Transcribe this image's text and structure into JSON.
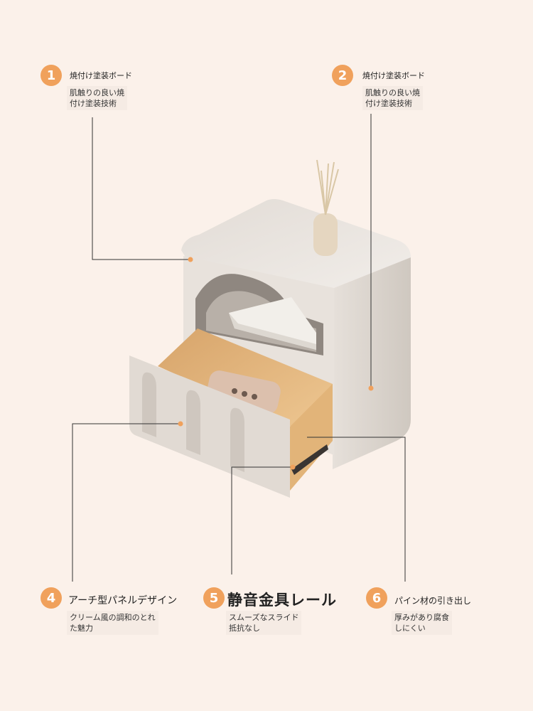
{
  "callouts": [
    {
      "num": "1",
      "title": "焼付け塗装ボード",
      "desc_line1": "肌触りの良い焼",
      "desc_line2": "付け塗装技術"
    },
    {
      "num": "2",
      "title": "焼付け塗装ボード",
      "desc_line1": "肌触りの良い焼",
      "desc_line2": "付け塗装技術"
    },
    {
      "num": "4",
      "title": "アーチ型パネルデザイン",
      "desc_line1": "クリーム風の調和のとれ",
      "desc_line2": "た魅力"
    },
    {
      "num": "5",
      "title": "静音金具レール",
      "desc_line1": "スムーズなスライド",
      "desc_line2": "抵抗なし"
    },
    {
      "num": "6",
      "title": "パイン材の引き出し",
      "desc_line1": "厚みがあり腐食",
      "desc_line2": "しにくい"
    }
  ],
  "colors": {
    "accent": "#f0a15c",
    "background": "#fbf1ea",
    "cabinet": "#d9d2ca",
    "wood": "#e7b77a"
  }
}
